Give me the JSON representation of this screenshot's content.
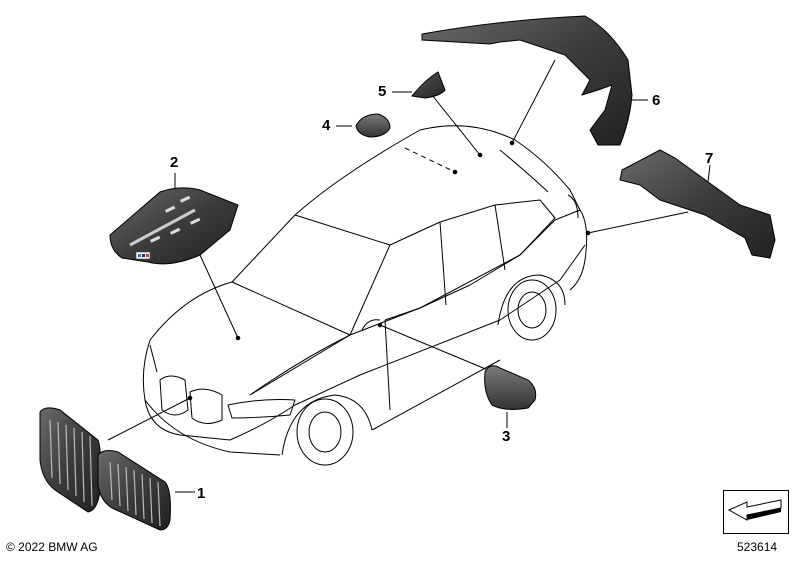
{
  "diagram": {
    "callouts": [
      {
        "id": "1",
        "label": "1"
      },
      {
        "id": "2",
        "label": "2"
      },
      {
        "id": "3",
        "label": "3"
      },
      {
        "id": "4",
        "label": "4"
      },
      {
        "id": "5",
        "label": "5"
      },
      {
        "id": "6",
        "label": "6"
      },
      {
        "id": "7",
        "label": "7"
      }
    ],
    "copyright": "© 2022 BMW AG",
    "diagram_id": "523614",
    "navigation_icon": "arrow-page-icon",
    "colors": {
      "line": "#000000",
      "part_dark": "#3a3a3a",
      "part_mid": "#5a5a5a",
      "background": "#ffffff"
    }
  }
}
